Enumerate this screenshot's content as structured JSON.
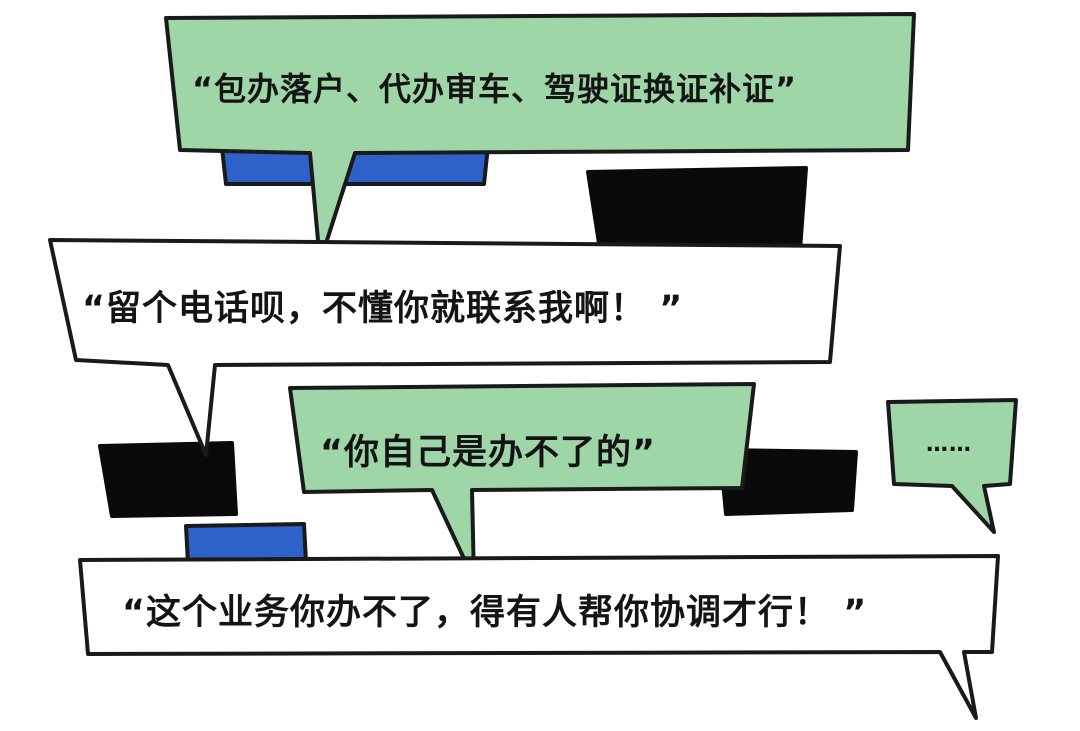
{
  "colors": {
    "green_bubble": "#9ed6a8",
    "white_bubble": "#ffffff",
    "outline": "#1a1a1a",
    "blue_block": "#2f62c9",
    "black_block": "#0a0a0a",
    "background": "#ffffff"
  },
  "bubbles": {
    "top_green": {
      "text": "“包办落户、代办审车、驾驶证换证补证”"
    },
    "upper_white": {
      "text": "“留个电话呗，不懂你就联系我啊！ ”"
    },
    "middle_green": {
      "text": "“你自己是办不了的”"
    },
    "small_green": {
      "text": "……"
    },
    "bottom_white": {
      "text": "“这个业务你办不了，得有人帮你协调才行！ ”"
    }
  }
}
